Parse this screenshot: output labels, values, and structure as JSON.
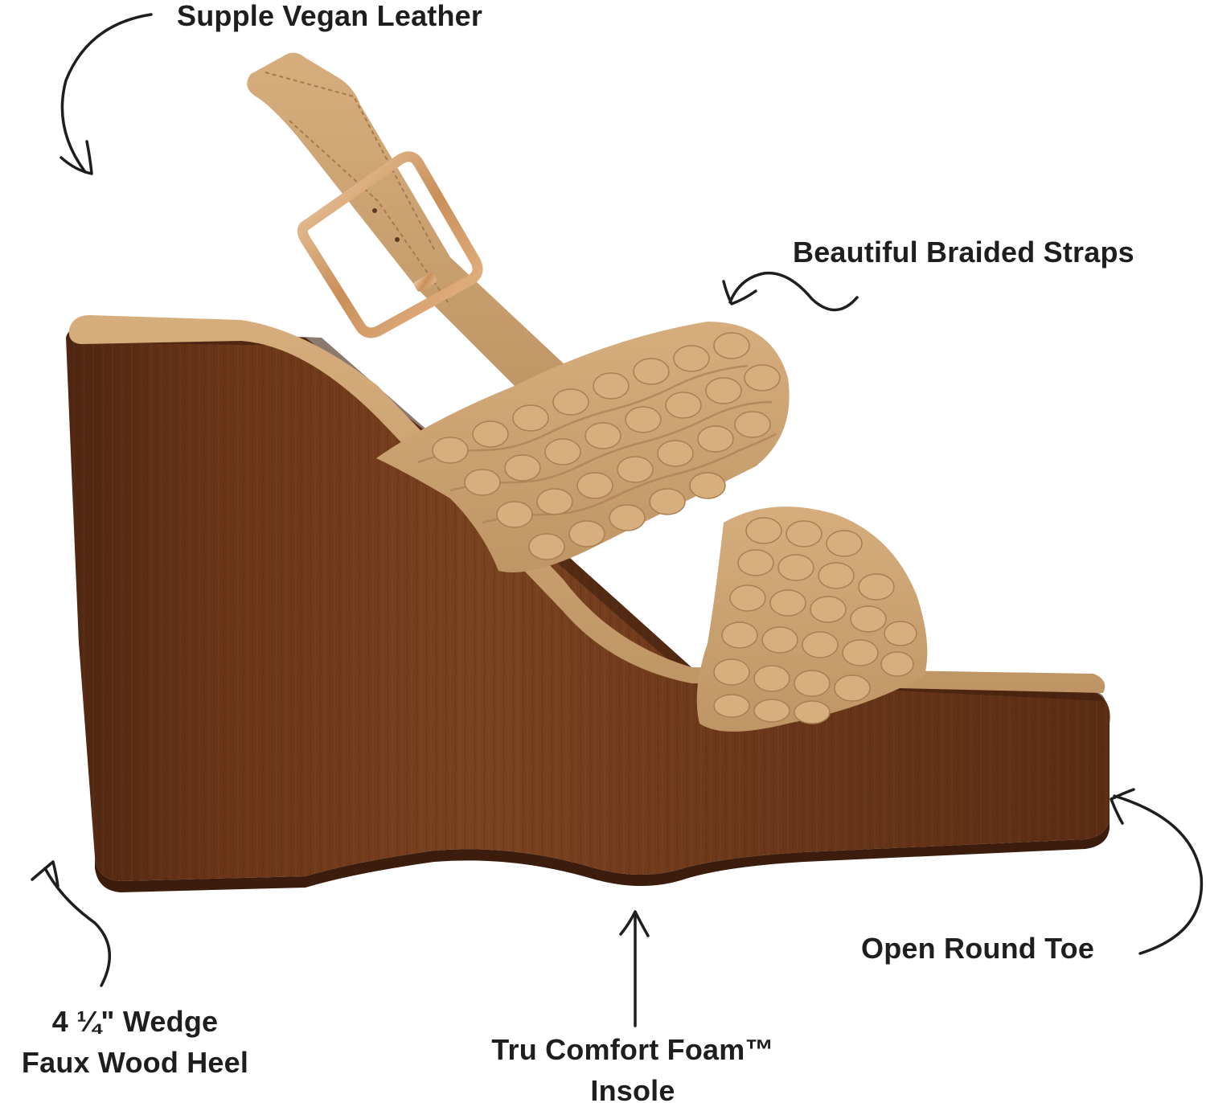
{
  "callouts": {
    "vegan_leather": "Supple Vegan Leather",
    "braided_straps": "Beautiful Braided Straps",
    "open_toe": "Open Round Toe",
    "wedge_line1": "4 ¼\" Wedge",
    "wedge_line2": "Faux Wood Heel",
    "insole_line1": "Tru Comfort Foam™",
    "insole_line2": "Insole"
  },
  "colors": {
    "background": "#ffffff",
    "text": "#1e1e1e",
    "suede_tan": "#c9a06f",
    "wood_brown": "#6b3a1d",
    "buckle_gold": "#d4a373"
  },
  "icons": [
    "curved-arrow-icon",
    "squiggle-arrow-icon",
    "straight-arrow-icon"
  ]
}
